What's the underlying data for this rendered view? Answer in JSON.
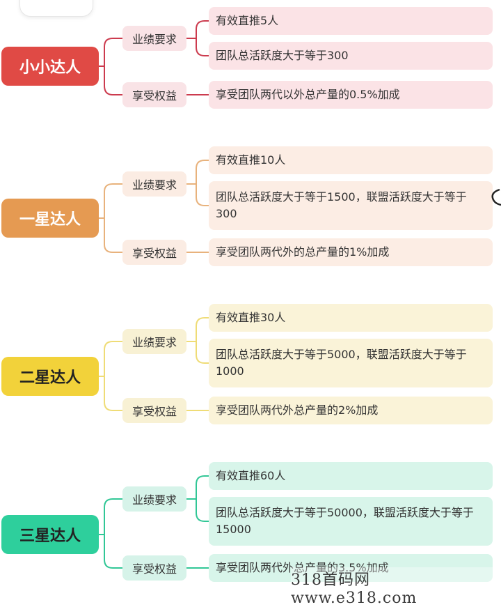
{
  "colors": {
    "red": "#e04a45",
    "orange": "#e59a52",
    "yellow": "#f2d23a",
    "green": "#2ecf9c",
    "red_mid": "#f9e3e6",
    "red_leaf": "#fbe3e6",
    "red_line": "#cc3b4e",
    "orange_mid": "#fbece3",
    "orange_leaf": "#fcede4",
    "orange_line": "#e8b27c",
    "yellow_mid": "#f8f1d4",
    "yellow_leaf": "#faf3d8",
    "yellow_line": "#efdc76",
    "green_mid": "#d6f3e9",
    "green_leaf": "#d8f5ea",
    "green_line": "#31c796"
  },
  "levels": [
    {
      "name": "小小达人",
      "requirements_label": "业绩要求",
      "requirements": [
        "有效直推5人",
        "团队总活跃度大于等于300"
      ],
      "benefits_label": "享受权益",
      "benefit": "享受团队两代以外总产量的0.5%加成"
    },
    {
      "name": "一星达人",
      "requirements_label": "业绩要求",
      "requirements": [
        "有效直推10人",
        "团队总活跃度大于等于1500，联盟活跃度大于等于300"
      ],
      "benefits_label": "享受权益",
      "benefit": "享受团队两代外的总产量的1%加成"
    },
    {
      "name": "二星达人",
      "requirements_label": "业绩要求",
      "requirements": [
        "有效直推30人",
        "团队总活跃度大于等于5000，联盟活跃度大于等于1000"
      ],
      "benefits_label": "享受权益",
      "benefit": "享受团队两代外总产量的2%加成"
    },
    {
      "name": "三星达人",
      "requirements_label": "业绩要求",
      "requirements": [
        "有效直推60人",
        "团队总活跃度大于等于50000，联盟活跃度大于等于15000"
      ],
      "benefits_label": "享受权益",
      "benefit": "享受团队两代外总产量的3.5%加成"
    }
  ],
  "watermark": "318首码网 www.e318.com"
}
